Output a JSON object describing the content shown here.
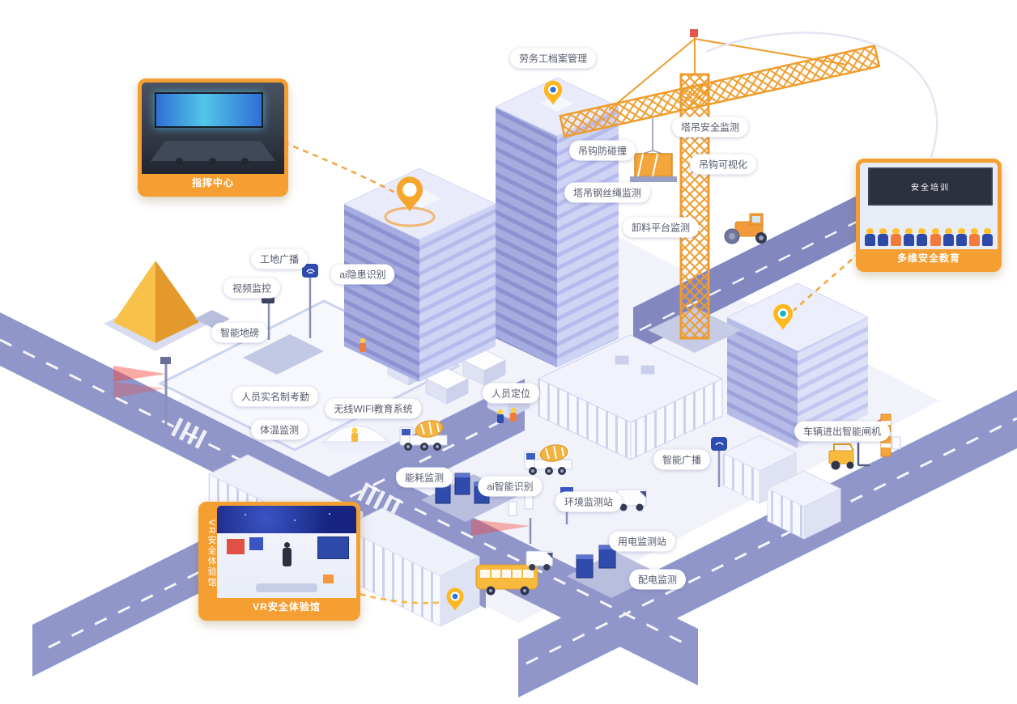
{
  "labels": [
    {
      "text": "劳务工档案管理"
    },
    {
      "text": "塔吊安全监测"
    },
    {
      "text": "吊钩防碰撞"
    },
    {
      "text": "吊钩可视化"
    },
    {
      "text": "塔吊钢丝绳监测"
    },
    {
      "text": "卸料平台监测"
    },
    {
      "text": "工地广播"
    },
    {
      "text": "ai隐患识别"
    },
    {
      "text": "视频监控"
    },
    {
      "text": "智能地磅"
    },
    {
      "text": "人员实名制考勤"
    },
    {
      "text": "无线WIFI教育系统"
    },
    {
      "text": "体温监测"
    },
    {
      "text": "人员定位"
    },
    {
      "text": "能耗监测"
    },
    {
      "text": "ai智能识别"
    },
    {
      "text": "环境监测站"
    },
    {
      "text": "智能广播"
    },
    {
      "text": "车辆进出智能闸机"
    },
    {
      "text": "用电监测站"
    },
    {
      "text": "配电监测"
    }
  ],
  "cards": {
    "command_center": {
      "caption": "指挥中心"
    },
    "safety_education": {
      "caption": "多维安全教育",
      "board_text": "安全培训"
    },
    "vr_experience": {
      "caption": "VR安全体验馆",
      "side_text": "VR安全体验馆"
    }
  },
  "colors": {
    "accent_orange": "#f59f33",
    "crane_orange": "#ef9c2c",
    "pin_yellow": "#ffb71b",
    "building_light": "#cfd3f4",
    "building_mid": "#a6ace0",
    "road_purple": "#9196ca",
    "label_text": "#565a6e",
    "device_blue": "#2f4cad"
  }
}
